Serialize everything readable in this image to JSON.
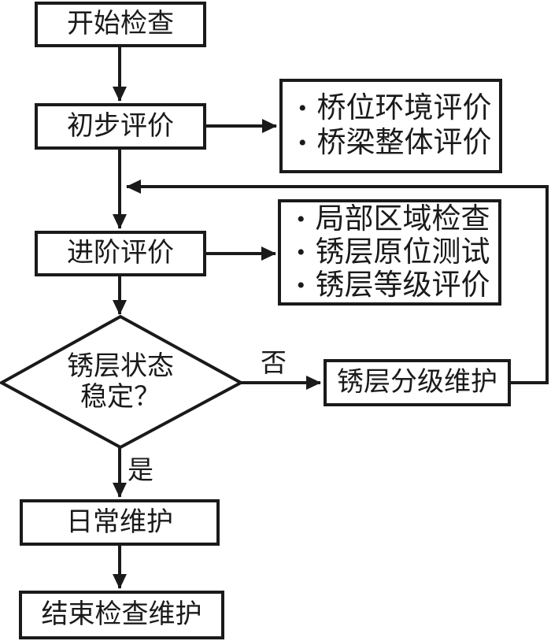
{
  "nodes": {
    "start": {
      "label": "开始检查"
    },
    "preliminary": {
      "label": "初步评价"
    },
    "advanced": {
      "label": "进阶评价"
    },
    "decision": {
      "line1": "锈层状态",
      "line2": "稳定？"
    },
    "graded_maintenance": {
      "label": "锈层分级维护"
    },
    "daily_maintenance": {
      "label": "日常维护"
    },
    "end": {
      "label": "结束检查维护"
    }
  },
  "details": {
    "preliminary": {
      "items": [
        "桥位环境评价",
        "桥梁整体评价"
      ]
    },
    "advanced": {
      "items": [
        "局部区域检查",
        "锈层原位测试",
        "锈层等级评价"
      ]
    }
  },
  "edge_labels": {
    "no": "否",
    "yes": "是"
  },
  "glyphs": {
    "bullet": "•"
  },
  "colors": {
    "line": "#1a1a1a",
    "box_fill": "#ffffff",
    "background": "#ffffff",
    "text": "#1a1a1a"
  }
}
